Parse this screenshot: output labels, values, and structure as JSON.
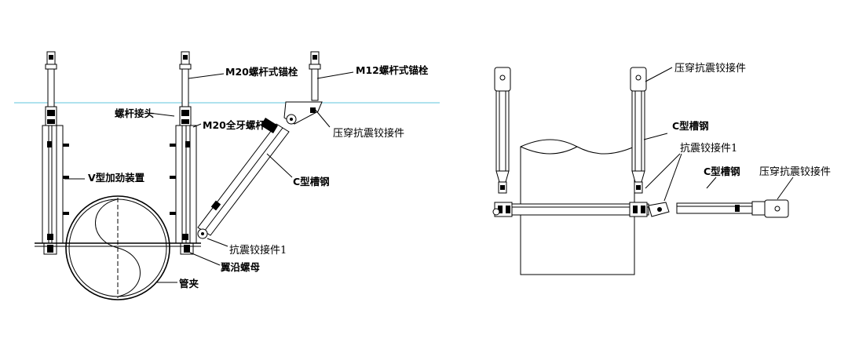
{
  "left_view": {
    "labels": {
      "m20_anchor": "M20螺杆式锚栓",
      "m12_anchor": "M12螺杆式锚栓",
      "rod_coupler": "螺杆接头",
      "m20_threaded_rod": "M20全牙螺杆",
      "hinge_press": "压穿抗震铰接件",
      "v_stiffener": "V型加劲装置",
      "c_channel": "C型槽钢",
      "hinge_1": "抗震铰接件1",
      "flange_nut": "翼沿螺母",
      "pipe_clamp": "管夹"
    }
  },
  "right_view": {
    "labels": {
      "hinge_press_top": "压穿抗震铰接件",
      "c_channel_top": "C型槽钢",
      "hinge_1": "抗震铰接件1",
      "c_channel_mid": "C型槽钢",
      "hinge_press_mid": "压穿抗震铰接件"
    }
  },
  "colors": {
    "ceiling_line": "#5fc6dc",
    "ink": "#000000"
  }
}
